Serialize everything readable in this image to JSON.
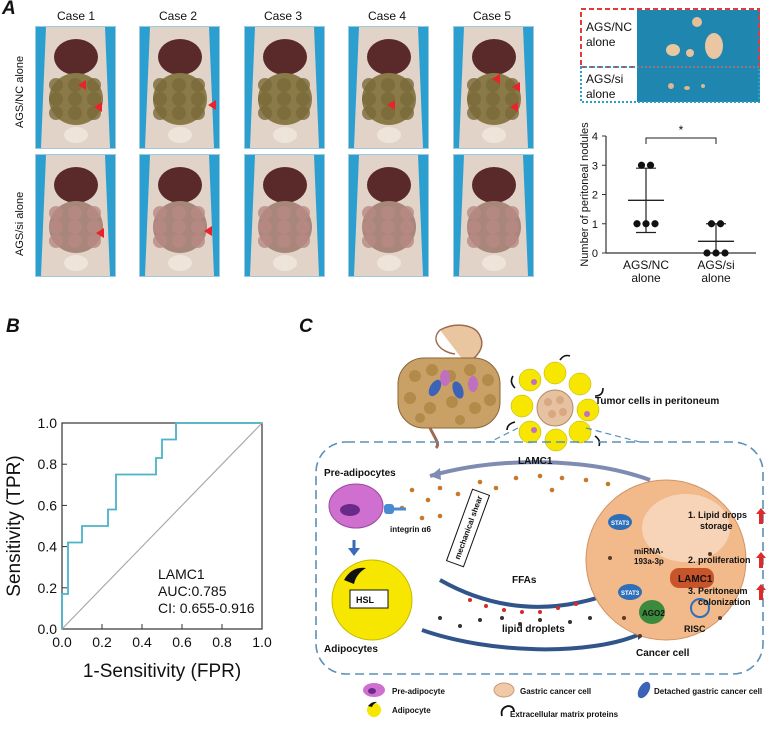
{
  "panel_a": {
    "label": "A",
    "cases": [
      "Case 1",
      "Case 2",
      "Case 3",
      "Case 4",
      "Case 5"
    ],
    "row_labels": [
      "AGS/NC alone",
      "AGS/si alone"
    ],
    "inset": {
      "top_label": "AGS/NC\nalone",
      "bottom_label": "AGS/si\nalone"
    },
    "colors": {
      "ags_nc_box": "#e23b3b",
      "ags_si_box": "#2aa0c8",
      "arrow": "#e8232b",
      "drape": "#2a9fd0"
    }
  },
  "panel_b": {
    "label": "B"
  },
  "panel_c": {
    "label": "C",
    "tumor_label": "Tumor cells in peritoneum",
    "pre_adipocytes": "Pre-adipocytes",
    "adipocytes": "Adipocytes",
    "lamc1_top": "LAMC1",
    "integrin": "integrin α6",
    "mechanical_shear": "mechanical shear",
    "hsl": "HSL",
    "ffas": "FFAs",
    "lipid_droplets": "lipid droplets",
    "cancer_cell": "Cancer cell",
    "stat3_top": "STAT3",
    "stat3_bottom": "STAT3",
    "mirna": "miRNA-\n193a-3p",
    "lamc1_cell": "LAMC1",
    "ago2": "AGO2",
    "risc": "RISC",
    "outcomes": [
      "1. Lipid drops\nstorage",
      "2. proliferation",
      "3. Peritoneum\ncolonization"
    ],
    "legend": {
      "pre_adipocyte": "Pre-adipocyte",
      "gastric_cancer_cell": "Gastric cancer cell",
      "detached_cell": "Detached gastric cancer cell",
      "adipocyte": "Adipocyte",
      "ecm": "Extracellular matrix proteins"
    },
    "colors": {
      "pre_adipocyte": "#cf6fd0",
      "adipocyte": "#f7e600",
      "cancer_cell": "#f2b98a",
      "lamc1": "#c8542a",
      "ago2": "#3c8a3c",
      "stat3": "#2d6fb8",
      "outcome_arrow": "#e02a2a"
    }
  },
  "chart_data": [
    {
      "type": "scatter",
      "ylabel": "Number of peritoneal nodules",
      "categories": [
        "AGS/NC\nalone",
        "AGS/si\nalone"
      ],
      "ylim": [
        0,
        4
      ],
      "yticks": [
        "0",
        "1",
        "2",
        "3",
        "4"
      ],
      "points": [
        [
          3,
          3,
          1,
          1,
          1
        ],
        [
          1,
          1,
          0,
          0,
          0
        ]
      ],
      "mean": [
        1.8,
        0.4
      ],
      "error": [
        [
          0.7,
          2.9
        ],
        [
          0.0,
          1.0
        ]
      ],
      "significance": "*"
    },
    {
      "type": "line",
      "xlabel": "1-Sensitivity (FPR)",
      "ylabel": "Sensitivity (TPR)",
      "xlim": [
        0,
        1
      ],
      "ylim": [
        0,
        1
      ],
      "xticks": [
        "0.0",
        "0.2",
        "0.4",
        "0.6",
        "0.8",
        "1.0"
      ],
      "yticks": [
        "0.0",
        "0.2",
        "0.4",
        "0.6",
        "0.8",
        "1.0"
      ],
      "annotation": [
        "LAMC1",
        "AUC:0.785",
        "CI: 0.655-0.916"
      ],
      "series": [
        {
          "x": [
            0,
            0,
            0.03,
            0.03,
            0.1,
            0.1,
            0.13,
            0.13,
            0.23,
            0.23,
            0.27,
            0.27,
            0.47,
            0.47,
            0.5,
            0.5,
            0.57,
            0.57,
            1.0
          ],
          "y": [
            0,
            0.17,
            0.17,
            0.42,
            0.42,
            0.5,
            0.5,
            0.5,
            0.5,
            0.58,
            0.58,
            0.75,
            0.75,
            0.83,
            0.83,
            0.92,
            0.92,
            1.0,
            1.0
          ]
        },
        {
          "x": [
            0,
            1
          ],
          "y": [
            0,
            1
          ]
        }
      ],
      "colors": [
        "#4bb3c6",
        "#aaaaaa"
      ]
    }
  ]
}
